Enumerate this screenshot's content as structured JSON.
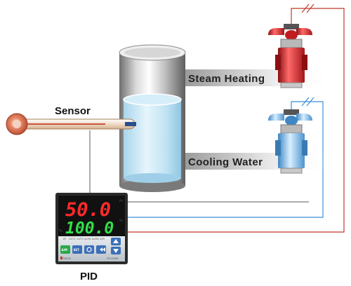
{
  "labels": {
    "sensor": "Sensor",
    "pid": "PID",
    "steam": "Steam Heating",
    "cooling": "Cooling Water"
  },
  "controller": {
    "pv": "50.0",
    "sv": "100.0",
    "pv_tag": "PV",
    "sv_tag": "SV",
    "pct": "%",
    "indicators": [
      "AT",
      "OUT1",
      "OUT2",
      "ALM1",
      "ALM2",
      "A/M"
    ],
    "model": "DTV4848",
    "brand": "DELTA",
    "btn_auto": "A/M",
    "btn_set": "SET"
  },
  "colors": {
    "pv_led": "#ff2a2a",
    "sv_led": "#33e04a",
    "steam_valve": "#d8262a",
    "cooling_valve": "#5aa8e8",
    "wire_steam": "#d8262a",
    "wire_cooling": "#3a8fd6"
  },
  "icons": [
    "thermometer-icon",
    "steam-valve-icon",
    "cooling-valve-icon",
    "tank-icon",
    "pid-controller-icon"
  ]
}
